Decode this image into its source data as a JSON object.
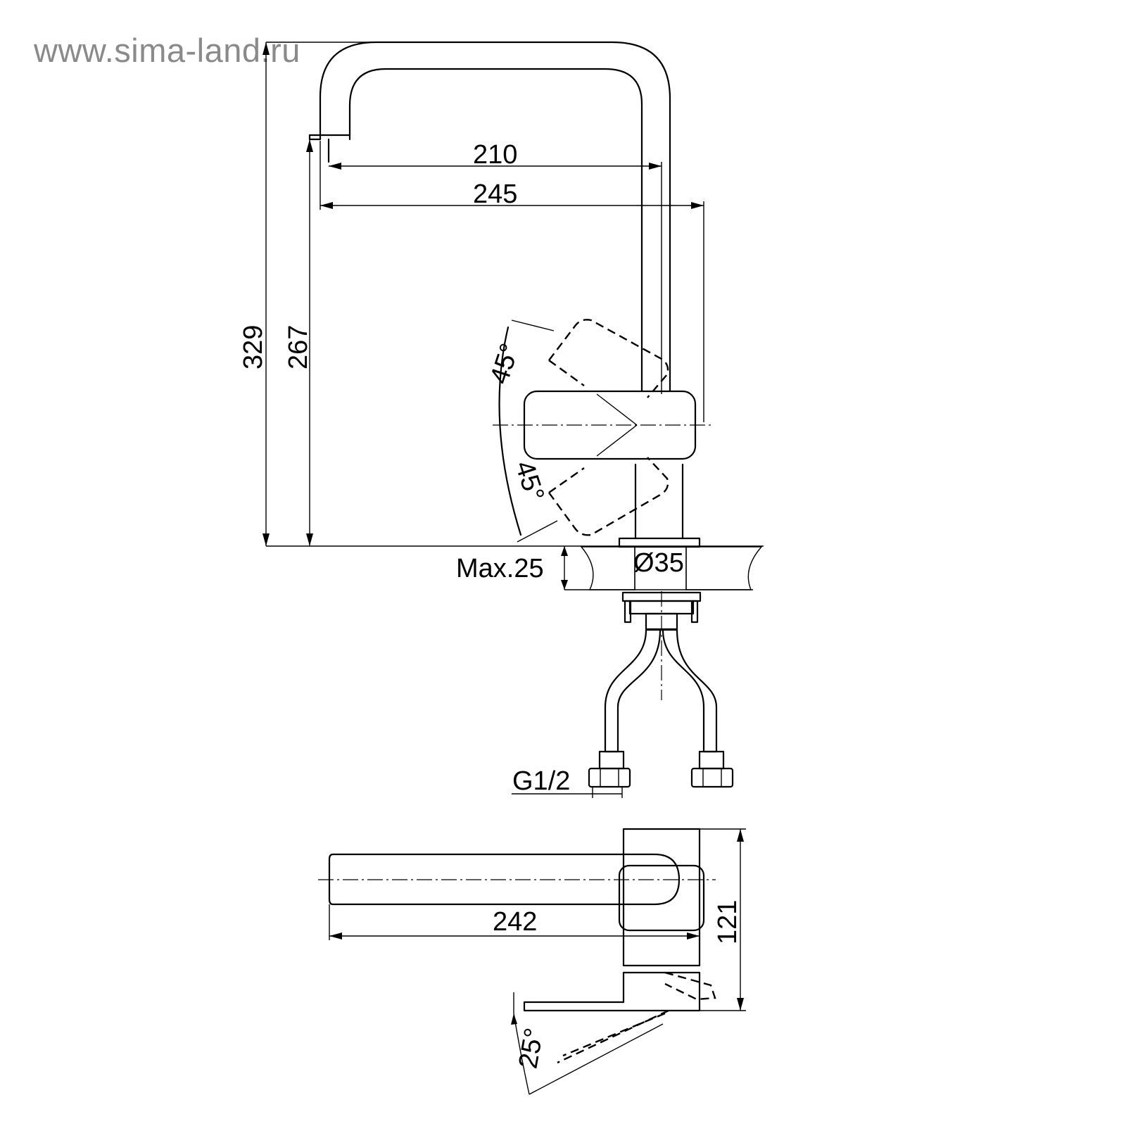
{
  "watermark": "www.sima-land.ru",
  "dimensions": {
    "spout_reach": "210",
    "overall_reach": "245",
    "total_height": "329",
    "spout_height": "267",
    "handle_angle_up": "45°",
    "handle_angle_down": "45°",
    "max_deck_thickness": "Max.25",
    "mounting_hole": "Ø35",
    "hose_connection": "G1/2",
    "top_view_length": "242",
    "top_view_depth": "121",
    "lever_angle": "25°"
  }
}
